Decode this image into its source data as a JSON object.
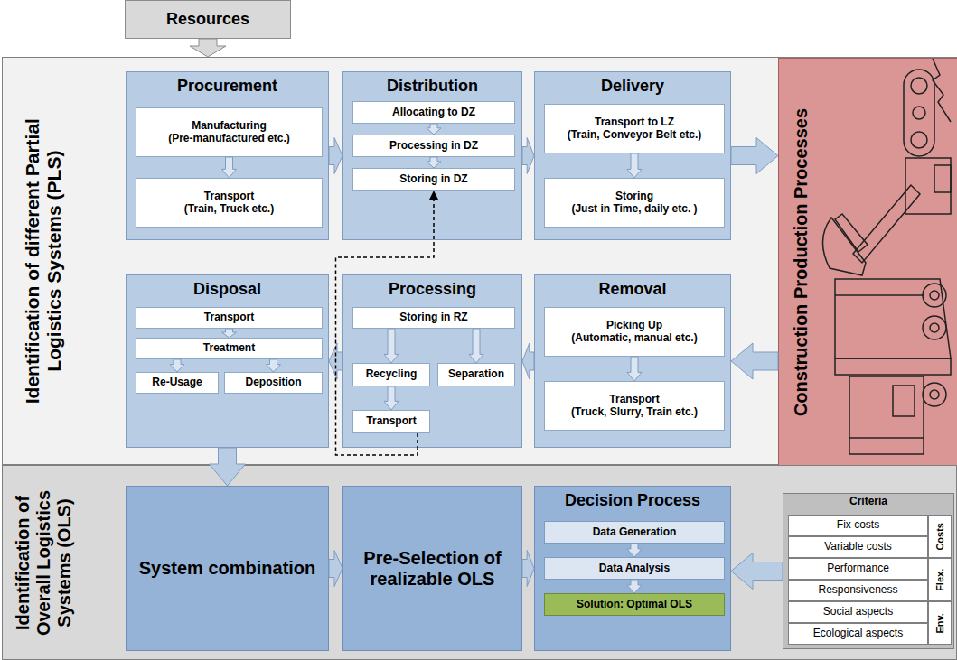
{
  "diagram": {
    "nodes": [
      {
        "text": [
          "Resources"
        ]
      },
      {
        "text": [
          "Identification of different Partial Logistics Systems (PLS)"
        ]
      },
      {
        "text": [
          "Procurement"
        ],
        "in": 1
      },
      {
        "text": [
          "Manufacturing",
          "(Pre-manufactured etc.)"
        ],
        "in": 2
      },
      {
        "text": [
          "Transport",
          "(Train, Truck etc.)"
        ],
        "in": 2
      },
      {
        "text": [
          "Distribution"
        ],
        "in": 1
      },
      {
        "text": [
          "Allocating to DZ"
        ],
        "in": 5
      },
      {
        "text": [
          "Processing in DZ"
        ],
        "in": 5
      },
      {
        "text": [
          "Storing in DZ"
        ],
        "in": 5
      },
      {
        "text": [
          "Delivery"
        ],
        "in": 1
      },
      {
        "text": [
          "Transport to LZ",
          "(Train, Conveyor Belt etc.)"
        ],
        "in": 9
      },
      {
        "text": [
          "Storing",
          "(Just in Time, daily etc. )"
        ],
        "in": 9
      },
      {
        "text": [
          "Construction Production Processes"
        ],
        "in": 1
      },
      {
        "text": [
          "Disposal"
        ],
        "in": 1
      },
      {
        "text": [
          "Transport"
        ],
        "in": 13
      },
      {
        "text": [
          "Treatment"
        ],
        "in": 13
      },
      {
        "text": [
          "Re-Usage"
        ],
        "in": 13
      },
      {
        "text": [
          "Deposition"
        ],
        "in": 13
      },
      {
        "text": [
          "Processing"
        ],
        "in": 1
      },
      {
        "text": [
          "Storing in RZ"
        ],
        "in": 18
      },
      {
        "text": [
          "Recycling"
        ],
        "in": 18
      },
      {
        "text": [
          "Separation"
        ],
        "in": 18
      },
      {
        "text": [
          "Transport"
        ],
        "in": 18
      },
      {
        "text": [
          "Removal"
        ],
        "in": 1
      },
      {
        "text": [
          "Picking Up",
          "(Automatic, manual etc.)"
        ],
        "in": 23
      },
      {
        "text": [
          "Transport",
          "(Truck, Slurry, Train etc.)"
        ],
        "in": 23
      },
      {
        "text": [
          "Identification of Overall Logistics Systems (OLS)"
        ]
      },
      {
        "text": [
          "System combination"
        ],
        "in": 26
      },
      {
        "text": [
          "Pre-Selection of realizable OLS"
        ],
        "in": 26
      },
      {
        "text": [
          "Decision Process"
        ],
        "in": 26
      },
      {
        "text": [
          "Data Generation"
        ],
        "in": 29
      },
      {
        "text": [
          "Data Analysis"
        ],
        "in": 29
      },
      {
        "text": [
          "Solution: Optimal OLS"
        ],
        "in": 29
      },
      {
        "text": [
          "Criteria"
        ],
        "in": 26
      },
      {
        "text": [
          "Fix costs"
        ],
        "in": 33
      },
      {
        "text": [
          "Variable costs"
        ],
        "in": 33
      },
      {
        "text": [
          "Performance"
        ],
        "in": 33
      },
      {
        "text": [
          "Responsiveness"
        ],
        "in": 33
      },
      {
        "text": [
          "Social aspects"
        ],
        "in": 33
      },
      {
        "text": [
          "Ecological aspects"
        ],
        "in": 33
      },
      {
        "text": [
          "Costs"
        ],
        "in": 33
      },
      {
        "text": [
          "Flex."
        ],
        "in": 33
      },
      {
        "text": [
          "Env."
        ],
        "in": 33
      }
    ],
    "edges": [
      {
        "from": 0,
        "to": 1,
        "arrow": "to"
      },
      {
        "from": 2,
        "to": 5,
        "arrow": "to"
      },
      {
        "from": 5,
        "to": 9,
        "arrow": "to"
      },
      {
        "from": 9,
        "to": 12,
        "arrow": "to"
      },
      {
        "from": 12,
        "to": 23,
        "arrow": "to"
      },
      {
        "from": 23,
        "to": 18,
        "arrow": "to"
      },
      {
        "from": 18,
        "to": 13,
        "arrow": "to"
      },
      {
        "from": 13,
        "to": 27,
        "arrow": "to"
      },
      {
        "from": 3,
        "to": 4,
        "arrow": "to"
      },
      {
        "from": 6,
        "to": 7,
        "arrow": "to"
      },
      {
        "from": 7,
        "to": 8,
        "arrow": "to"
      },
      {
        "from": 10,
        "to": 11,
        "arrow": "to"
      },
      {
        "from": 24,
        "to": 25,
        "arrow": "to"
      },
      {
        "from": 19,
        "to": 20,
        "arrow": "to"
      },
      {
        "from": 19,
        "to": 21,
        "arrow": "to"
      },
      {
        "from": 20,
        "to": 22,
        "arrow": "to"
      },
      {
        "from": 22,
        "to": 8,
        "arrow": "to"
      },
      {
        "from": 14,
        "to": 15,
        "arrow": "to"
      },
      {
        "from": 15,
        "to": 16,
        "arrow": "to"
      },
      {
        "from": 15,
        "to": 17,
        "arrow": "to"
      },
      {
        "from": 30,
        "to": 31,
        "arrow": "to"
      },
      {
        "from": 31,
        "to": 32,
        "arrow": "to"
      },
      {
        "from": 27,
        "to": 28,
        "arrow": "to"
      },
      {
        "from": 28,
        "to": 29,
        "arrow": "to"
      },
      {
        "from": 33,
        "to": 29,
        "arrow": "to"
      }
    ]
  }
}
